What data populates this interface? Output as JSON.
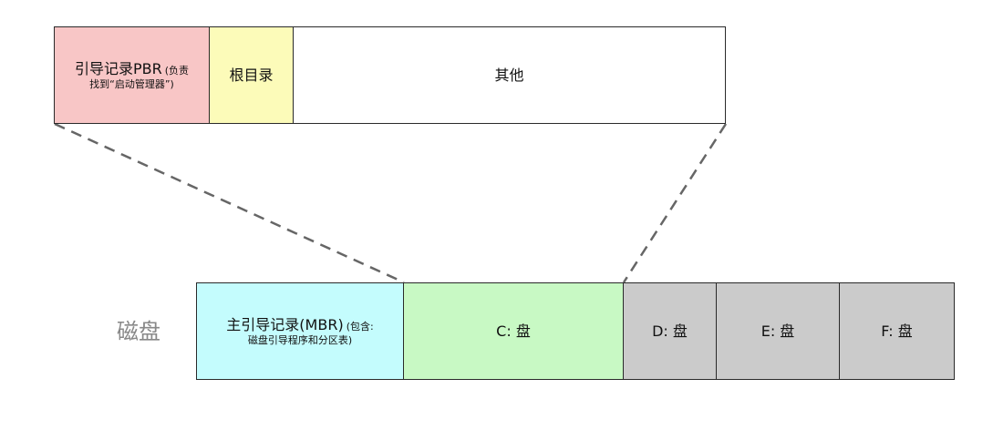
{
  "partition": {
    "pbr_label": "引导记录PBR",
    "pbr_note_1": "(负责",
    "pbr_note_2": "找到“启动管理器”)",
    "root_label": "根目录",
    "other_label": "其他"
  },
  "disk": {
    "label": "磁盘",
    "mbr_label": "主引导记录(MBR)",
    "mbr_note_1": "(包含:",
    "mbr_note_2": "磁盘引导程序和分区表)",
    "c_label": "C: 盘",
    "d_label": "D: 盘",
    "e_label": "E: 盘",
    "f_label": "F: 盘"
  },
  "colors": {
    "pbr": "#f8c6c6",
    "root": "#fcfbb9",
    "other": "#ffffff",
    "mbr": "#c4fcfd",
    "c_partition": "#c8f9c4",
    "other_partitions": "#cbcbcb",
    "disk_label": "#888888",
    "connector": "#666666"
  }
}
